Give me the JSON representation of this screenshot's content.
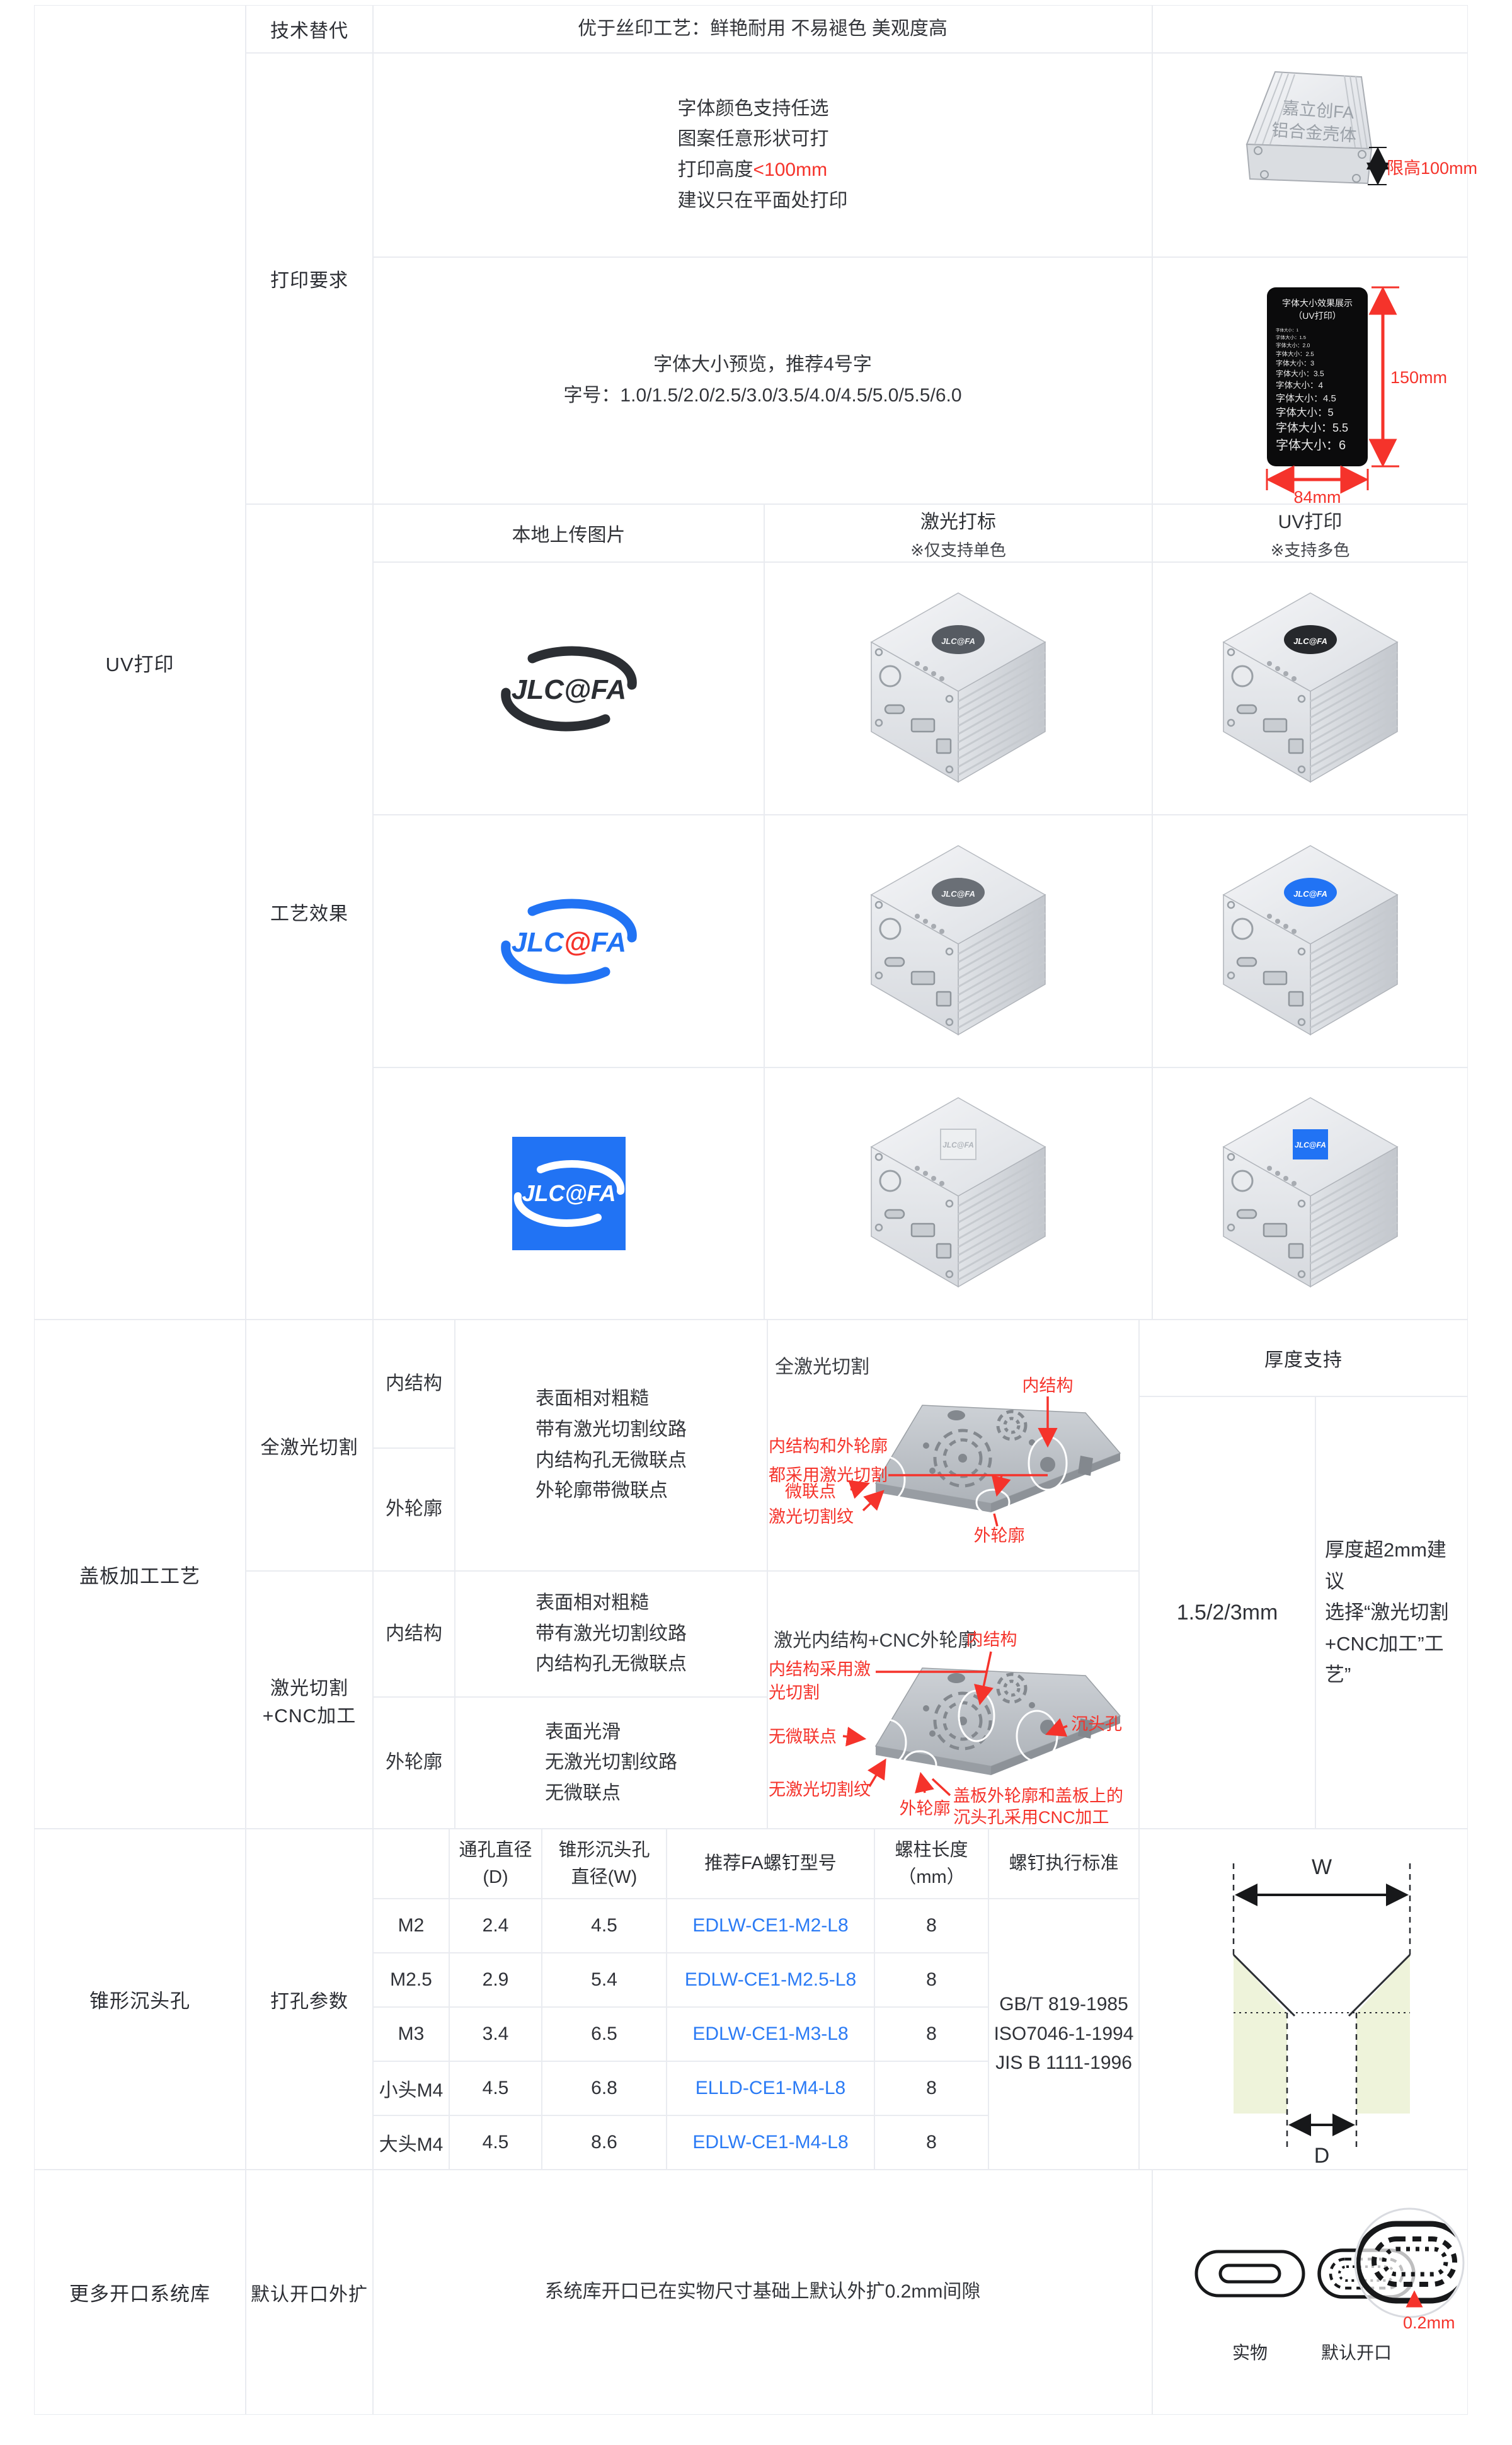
{
  "uv": {
    "section_label": "UV打印",
    "tech": {
      "label": "技术替代",
      "text": "优于丝印工艺：鲜艳耐用 不易褪色 美观度高"
    },
    "print_req": {
      "label": "打印要求",
      "color_line": "字体颜色支持任选",
      "shape_line": "图案任意形状可打",
      "height_prefix": "打印高度",
      "height_value": "<100mm",
      "advice_line": "建议只在平面处打印",
      "shell_text1": "嘉立创FA",
      "shell_text2": "铝合金壳体",
      "shell_limit": "限高100mm",
      "preview_line1": "字体大小预览，推荐4号字",
      "preview_line2": "字号：1.0/1.5/2.0/2.5/3.0/3.5/4.0/4.5/5.0/5.5/6.0",
      "panel_title1": "字体大小效果展示",
      "panel_title2": "（UV打印）",
      "panel_lines": [
        "字体大小：1",
        "字体大小：1.5",
        "字体大小：2.0",
        "字体大小：2.5",
        "字体大小：3",
        "字体大小：3.5",
        "字体大小：4",
        "字体大小：4.5",
        "字体大小：5",
        "字体大小：5.5",
        "字体大小：6"
      ],
      "panel_height": "150mm",
      "panel_width": "84mm"
    },
    "effect": {
      "label": "工艺效果",
      "col_upload": "本地上传图片",
      "col_laser": "激光打标",
      "col_laser_note": "※仅支持单色",
      "col_uv": "UV打印",
      "col_uv_note": "※支持多色",
      "logo_text": "JLC@FA",
      "logo_j": "JLC",
      "logo_at": "@",
      "logo_fa": "FA"
    }
  },
  "cover": {
    "section_label": "盖板加工工艺",
    "full_laser": {
      "label": "全激光切割",
      "inner_label": "内结构",
      "outer_label": "外轮廓",
      "desc": [
        "表面相对粗糙",
        "带有激光切割纹路",
        "内结构孔无微联点",
        "外轮廓带微联点"
      ],
      "img_title": "全激光切割",
      "ann_inner": "内结构",
      "ann_both_1": "内结构和外轮廓",
      "ann_both_2": "都采用激光切割",
      "ann_micro": "微联点",
      "ann_texture": "激光切割纹",
      "ann_outer": "外轮廓"
    },
    "laser_cnc": {
      "label_1": "激光切割",
      "label_2": "+CNC加工",
      "inner_label": "内结构",
      "outer_label": "外轮廓",
      "inner_desc": [
        "表面相对粗糙",
        "带有激光切割纹路",
        "内结构孔无微联点"
      ],
      "outer_desc": [
        "表面光滑",
        "无激光切割纹路",
        "无微联点"
      ],
      "img_title": "激光内结构+CNC外轮廓",
      "ann_inner": "内结构",
      "ann_laser_1": "内结构采用激",
      "ann_laser_2": "光切割",
      "ann_nomicro": "无微联点",
      "ann_notexture": "无激光切割纹",
      "ann_outer": "外轮廓",
      "ann_sink": "沉头孔",
      "ann_cnc_1": "盖板外轮廓和盖板上的",
      "ann_cnc_2": "沉头孔采用CNC加工"
    },
    "thickness": {
      "header": "厚度支持",
      "values": "1.5/2/3mm",
      "note_1": "厚度超2mm建议",
      "note_2": "选择“激光切割",
      "note_3": "+CNC加工”工艺”"
    }
  },
  "countersink": {
    "section_label": "锥形沉头孔",
    "col_label": "打孔参数",
    "h_d1": "通孔直径",
    "h_d2": "(D)",
    "h_w1": "锥形沉头孔",
    "h_w2": "直径(W)",
    "h_model": "推荐FA螺钉型号",
    "h_len1": "螺柱长度",
    "h_len2": "（mm）",
    "h_std": "螺钉执行标准",
    "rows": [
      {
        "name": "M2",
        "d": "2.4",
        "w": "4.5",
        "model": "EDLW-CE1-M2-L8",
        "len": "8"
      },
      {
        "name": "M2.5",
        "d": "2.9",
        "w": "5.4",
        "model": "EDLW-CE1-M2.5-L8",
        "len": "8"
      },
      {
        "name": "M3",
        "d": "3.4",
        "w": "6.5",
        "model": "EDLW-CE1-M3-L8",
        "len": "8"
      },
      {
        "name": "小头M4",
        "d": "4.5",
        "w": "6.8",
        "model": "ELLD-CE1-M4-L8",
        "len": "8"
      },
      {
        "name": "大头M4",
        "d": "4.5",
        "w": "8.6",
        "model": "EDLW-CE1-M4-L8",
        "len": "8"
      }
    ],
    "standards": [
      "GB/T 819-1985",
      "ISO7046-1-1994",
      "JIS B 1111-1996"
    ],
    "diag_w": "W",
    "diag_d": "D"
  },
  "openings": {
    "section_label": "更多开口系统库",
    "col_label": "默认开口外扩",
    "text": "系统库开口已在实物尺寸基础上默认外扩0.2mm间隙",
    "real_label": "实物",
    "default_label": "默认开口",
    "gap_label": "0.2mm"
  },
  "colors": {
    "red": "#f5332b",
    "link": "#2b7bf5",
    "logo_blue": "#2173f4"
  }
}
